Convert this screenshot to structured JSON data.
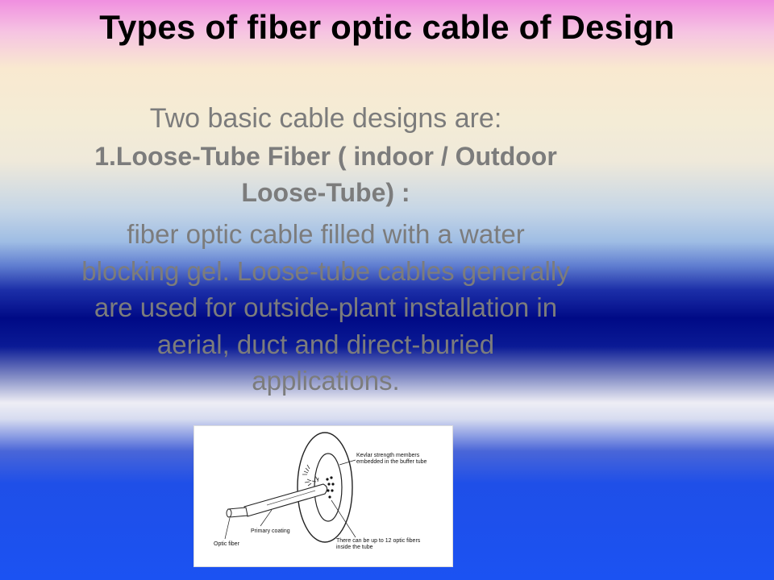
{
  "slide": {
    "title": "Types of fiber optic cable of Design",
    "intro": "Two basic cable designs are:",
    "heading_line1": "1.Loose-Tube Fiber ( indoor / Outdoor",
    "heading_line2": "Loose-Tube) :",
    "description_lines": [
      "fiber optic cable filled with a water",
      "blocking gel. Loose-tube cables generally",
      "are used for outside-plant installation in",
      "aerial, duct and direct-buried",
      "applications."
    ]
  },
  "figure": {
    "label_kevlar_line1": "Kevlar strength members",
    "label_kevlar_line2": "embedded in the buffer tube",
    "label_primary_coating": "Primary coating",
    "label_optic_fiber": "Optic fiber",
    "label_fibers_line1": "There can be up to 12 optic fibers",
    "label_fibers_line2": "inside the tube"
  }
}
